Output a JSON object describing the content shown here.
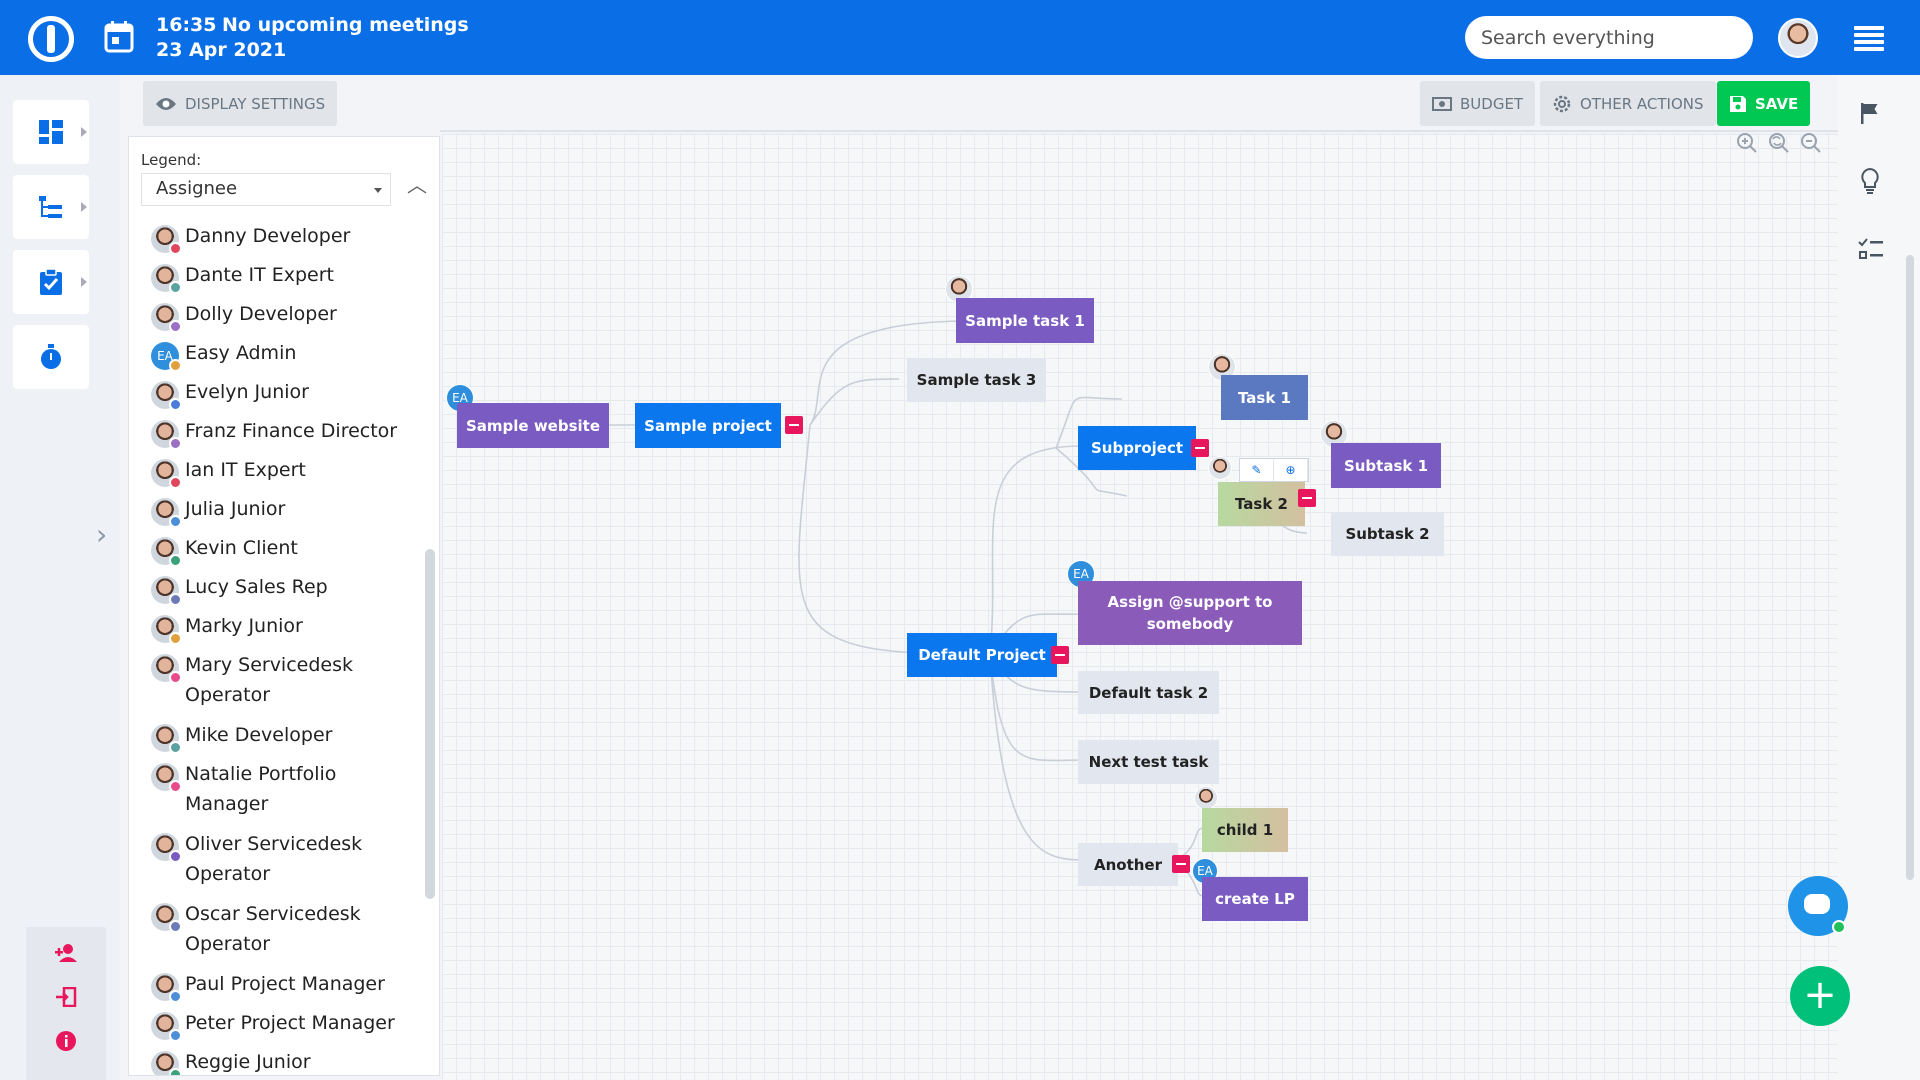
{
  "header": {
    "time": "16:35",
    "meetings": "No upcoming meetings",
    "date": "23 Apr 2021",
    "search_placeholder": "Search everything"
  },
  "toolbar": {
    "display_settings": "DISPLAY SETTINGS",
    "budget": "BUDGET",
    "other_actions": "OTHER ACTIONS",
    "save": "SAVE"
  },
  "legend": {
    "label": "Legend:",
    "selected": "Assignee",
    "items": [
      {
        "name": "Danny Developer",
        "dot": "#e0475d"
      },
      {
        "name": "Dante IT Expert",
        "dot": "#5ba3a0"
      },
      {
        "name": "Dolly Developer",
        "dot": "#9b6fc4"
      },
      {
        "name": "Easy Admin",
        "dot": "#e0a13c",
        "initials": "EA"
      },
      {
        "name": "Evelyn Junior",
        "dot": "#4a7dd9"
      },
      {
        "name": "Franz Finance Director",
        "dot": "#9b6fc4"
      },
      {
        "name": "Ian IT Expert",
        "dot": "#e0475d"
      },
      {
        "name": "Julia Junior",
        "dot": "#4d8fd6"
      },
      {
        "name": "Kevin Client",
        "dot": "#3aa17a"
      },
      {
        "name": "Lucy Sales Rep",
        "dot": "#6d7ab8"
      },
      {
        "name": "Marky Junior",
        "dot": "#e0a13c"
      },
      {
        "name": "Mary Servicedesk Operator",
        "dot": "#e84b8a"
      },
      {
        "name": "Mike Developer",
        "dot": "#5ba3a0"
      },
      {
        "name": "Natalie Portfolio Manager",
        "dot": "#e84b8a"
      },
      {
        "name": "Oliver Servicedesk Operator",
        "dot": "#7a5bc1"
      },
      {
        "name": "Oscar Servicedesk Operator",
        "dot": "#6d7ab8"
      },
      {
        "name": "Paul Project Manager",
        "dot": "#4d8fd6"
      },
      {
        "name": "Peter Project Manager",
        "dot": "#4d8fd6"
      },
      {
        "name": "Reggie Junior",
        "dot": "#3aa17a"
      }
    ]
  },
  "mindmap": {
    "nodes": {
      "sample_website": "Sample website",
      "sample_project": "Sample project",
      "sample_task_1": "Sample task 1",
      "sample_task_3": "Sample task 3",
      "subproject": "Subproject",
      "task_1": "Task 1",
      "task_2": "Task 2",
      "subtask_1": "Subtask 1",
      "subtask_2": "Subtask 2",
      "default_project": "Default Project",
      "assign_support": "Assign @support to somebody",
      "default_task_2": "Default task 2",
      "next_test_task": "Next test task",
      "another": "Another",
      "child_1": "child 1",
      "create_lp": "create LP"
    },
    "avatar_initials": "EA"
  },
  "colors": {
    "brand": "#0a6ee6",
    "save": "#00c853",
    "toggle": "#e8175d",
    "task_purple": "#7a5bc1"
  }
}
